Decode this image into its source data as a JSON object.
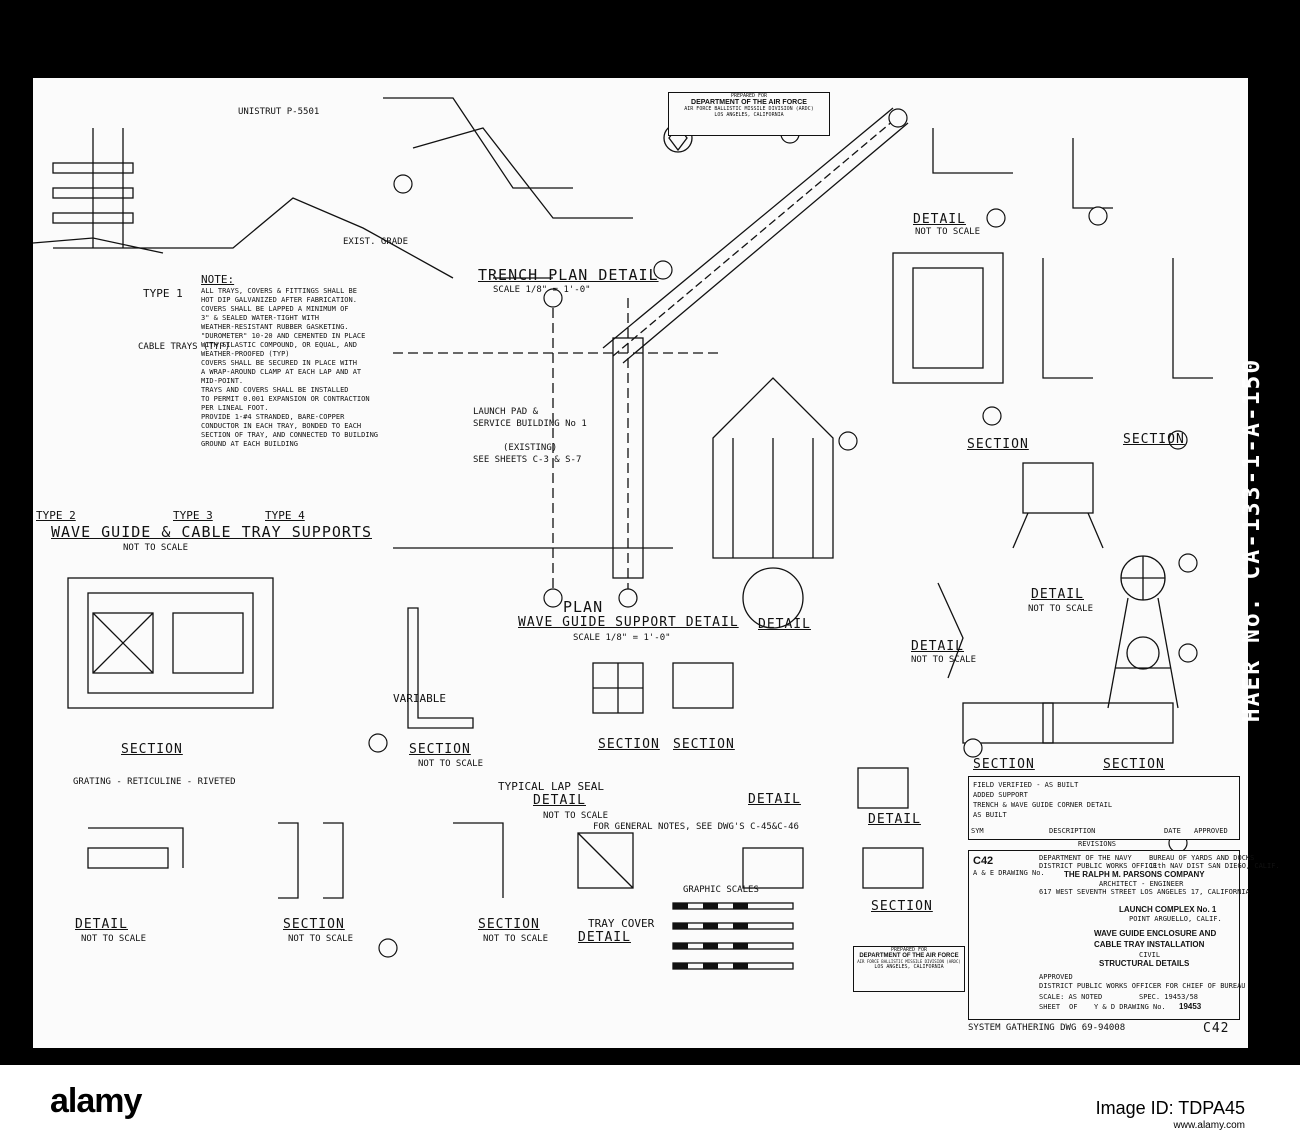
{
  "side_label": "HAER No. CA-133-1-A-150",
  "top_stamp": {
    "prepared": "PREPARED FOR",
    "dept": "DEPARTMENT OF THE AIR FORCE",
    "division": "AIR FORCE BALLISTIC MISSILE DIVISION (ARDC)",
    "city": "LOS ANGELES, CALIFORNIA"
  },
  "bottom_stamp": {
    "prepared": "PREPARED FOR",
    "dept": "DEPARTMENT OF THE AIR FORCE",
    "division": "AIR FORCE BALLISTIC MISSILE DIVISION (ARDC)",
    "city": "LOS ANGELES, CALIFORNIA"
  },
  "labels": {
    "note_title": "NOTE:",
    "note_body": [
      "ALL TRAYS, COVERS & FITTINGS SHALL BE",
      "HOT DIP GALVANIZED AFTER FABRICATION.",
      "COVERS SHALL BE LAPPED A MINIMUM OF",
      "3\" & SEALED WATER-TIGHT WITH",
      "WEATHER-RESISTANT RUBBER GASKETING.",
      "\"DUROMETER\" 10-20 AND CEMENTED IN PLACE",
      "WITH SILASTIC COMPOUND, OR EQUAL, AND",
      "WEATHER-PROOFED (TYP)",
      "COVERS SHALL BE SECURED IN PLACE WITH",
      "A WRAP-AROUND CLAMP AT EACH LAP AND AT",
      "MID-POINT.",
      "TRAYS AND COVERS SHALL BE INSTALLED",
      "TO PERMIT 0.001 EXPANSION OR CONTRACTION",
      "PER LINEAL FOOT.",
      "PROVIDE 1-#4 STRANDED, BARE-COPPER",
      "CONDUCTOR IN EACH TRAY, BONDED TO EACH",
      "SECTION OF TRAY, AND CONNECTED TO BUILDING",
      "GROUND AT EACH BUILDING"
    ],
    "type1": "TYPE 1",
    "type2": "TYPE 2",
    "type3": "TYPE 3",
    "type4": "TYPE 4",
    "wg_supports": "WAVE GUIDE & CABLE TRAY SUPPORTS",
    "wg_supports_scale": "NOT TO SCALE",
    "trench_plan": "TRENCH PLAN DETAIL",
    "trench_scale": "SCALE 1/8\" = 1'-0\"",
    "plan": "PLAN",
    "wg_support_detail": "WAVE GUIDE SUPPORT DETAIL",
    "wg_support_scale": "SCALE 1/8\" = 1'-0\"",
    "launch_pad": "LAUNCH PAD &",
    "service_building": "SERVICE BUILDING No 1",
    "existing": "(EXISTING)",
    "see_sheets": "SEE SHEETS C-3 & S-7",
    "section": "SECTION",
    "detail": "DETAIL",
    "not_to_scale": "NOT TO SCALE",
    "typical_lap": "TYPICAL LAP SEAL",
    "tray_cover": "TRAY COVER",
    "graphic_scales": "GRAPHIC SCALES",
    "general_notes": "FOR GENERAL NOTES, SEE DWG'S C-45&C-46",
    "unistrut": "UNISTRUT P-5501",
    "exist_grade": "EXIST. GRADE",
    "cable_trays": "CABLE TRAYS (TYP)",
    "variable": "VARIABLE",
    "grating": "GRATING - RETICULINE - RIVETED"
  },
  "title_block": {
    "drawing_no_label": "C42",
    "ae_drawing": "A & E DRAWING No.",
    "navy": "DEPARTMENT OF THE NAVY",
    "bureau": "BUREAU OF YARDS AND DOCKS",
    "district": "DISTRICT PUBLIC WORKS OFFICE",
    "district_addr": "11th NAV DIST SAN DIEGO, CALIF.",
    "firm": "THE RALPH M. PARSONS COMPANY",
    "firm_role": "ARCHITECT - ENGINEER",
    "firm_addr": "617 WEST SEVENTH STREET    LOS ANGELES 17, CALIFORNIA",
    "project": "LAUNCH COMPLEX No. 1",
    "location": "POINT ARGUELLO, CALIF.",
    "title1": "WAVE GUIDE ENCLOSURE AND",
    "title2": "CABLE TRAY INSTALLATION",
    "civil": "CIVIL",
    "title3": "STRUCTURAL DETAILS",
    "approved": "APPROVED",
    "officer": "DISTRICT PUBLIC WORKS OFFICER FOR CHIEF OF BUREAU",
    "scale": "SCALE: AS NOTED",
    "spec": "SPEC. 19453/58",
    "sheet": "SHEET",
    "of": "OF",
    "yd_no": "Y & D DRAWING No.",
    "yd_value": "19453",
    "revisions": "REVISIONS",
    "sym": "SYM",
    "description": "DESCRIPTION",
    "date": "DATE",
    "approved_col": "APPROVED",
    "rev_rows": [
      "FIELD VERIFIED - AS BUILT",
      "ADDED SUPPORT",
      "TRENCH & WAVE GUIDE CORNER DETAIL",
      "AS BUILT"
    ],
    "system_dwg": "SYSTEM GATHERING DWG 69-94008",
    "sheet_code": "C42"
  },
  "watermark": {
    "brand": "alamy",
    "image_id": "Image ID: TDPA45",
    "url": "www.alamy.com"
  }
}
